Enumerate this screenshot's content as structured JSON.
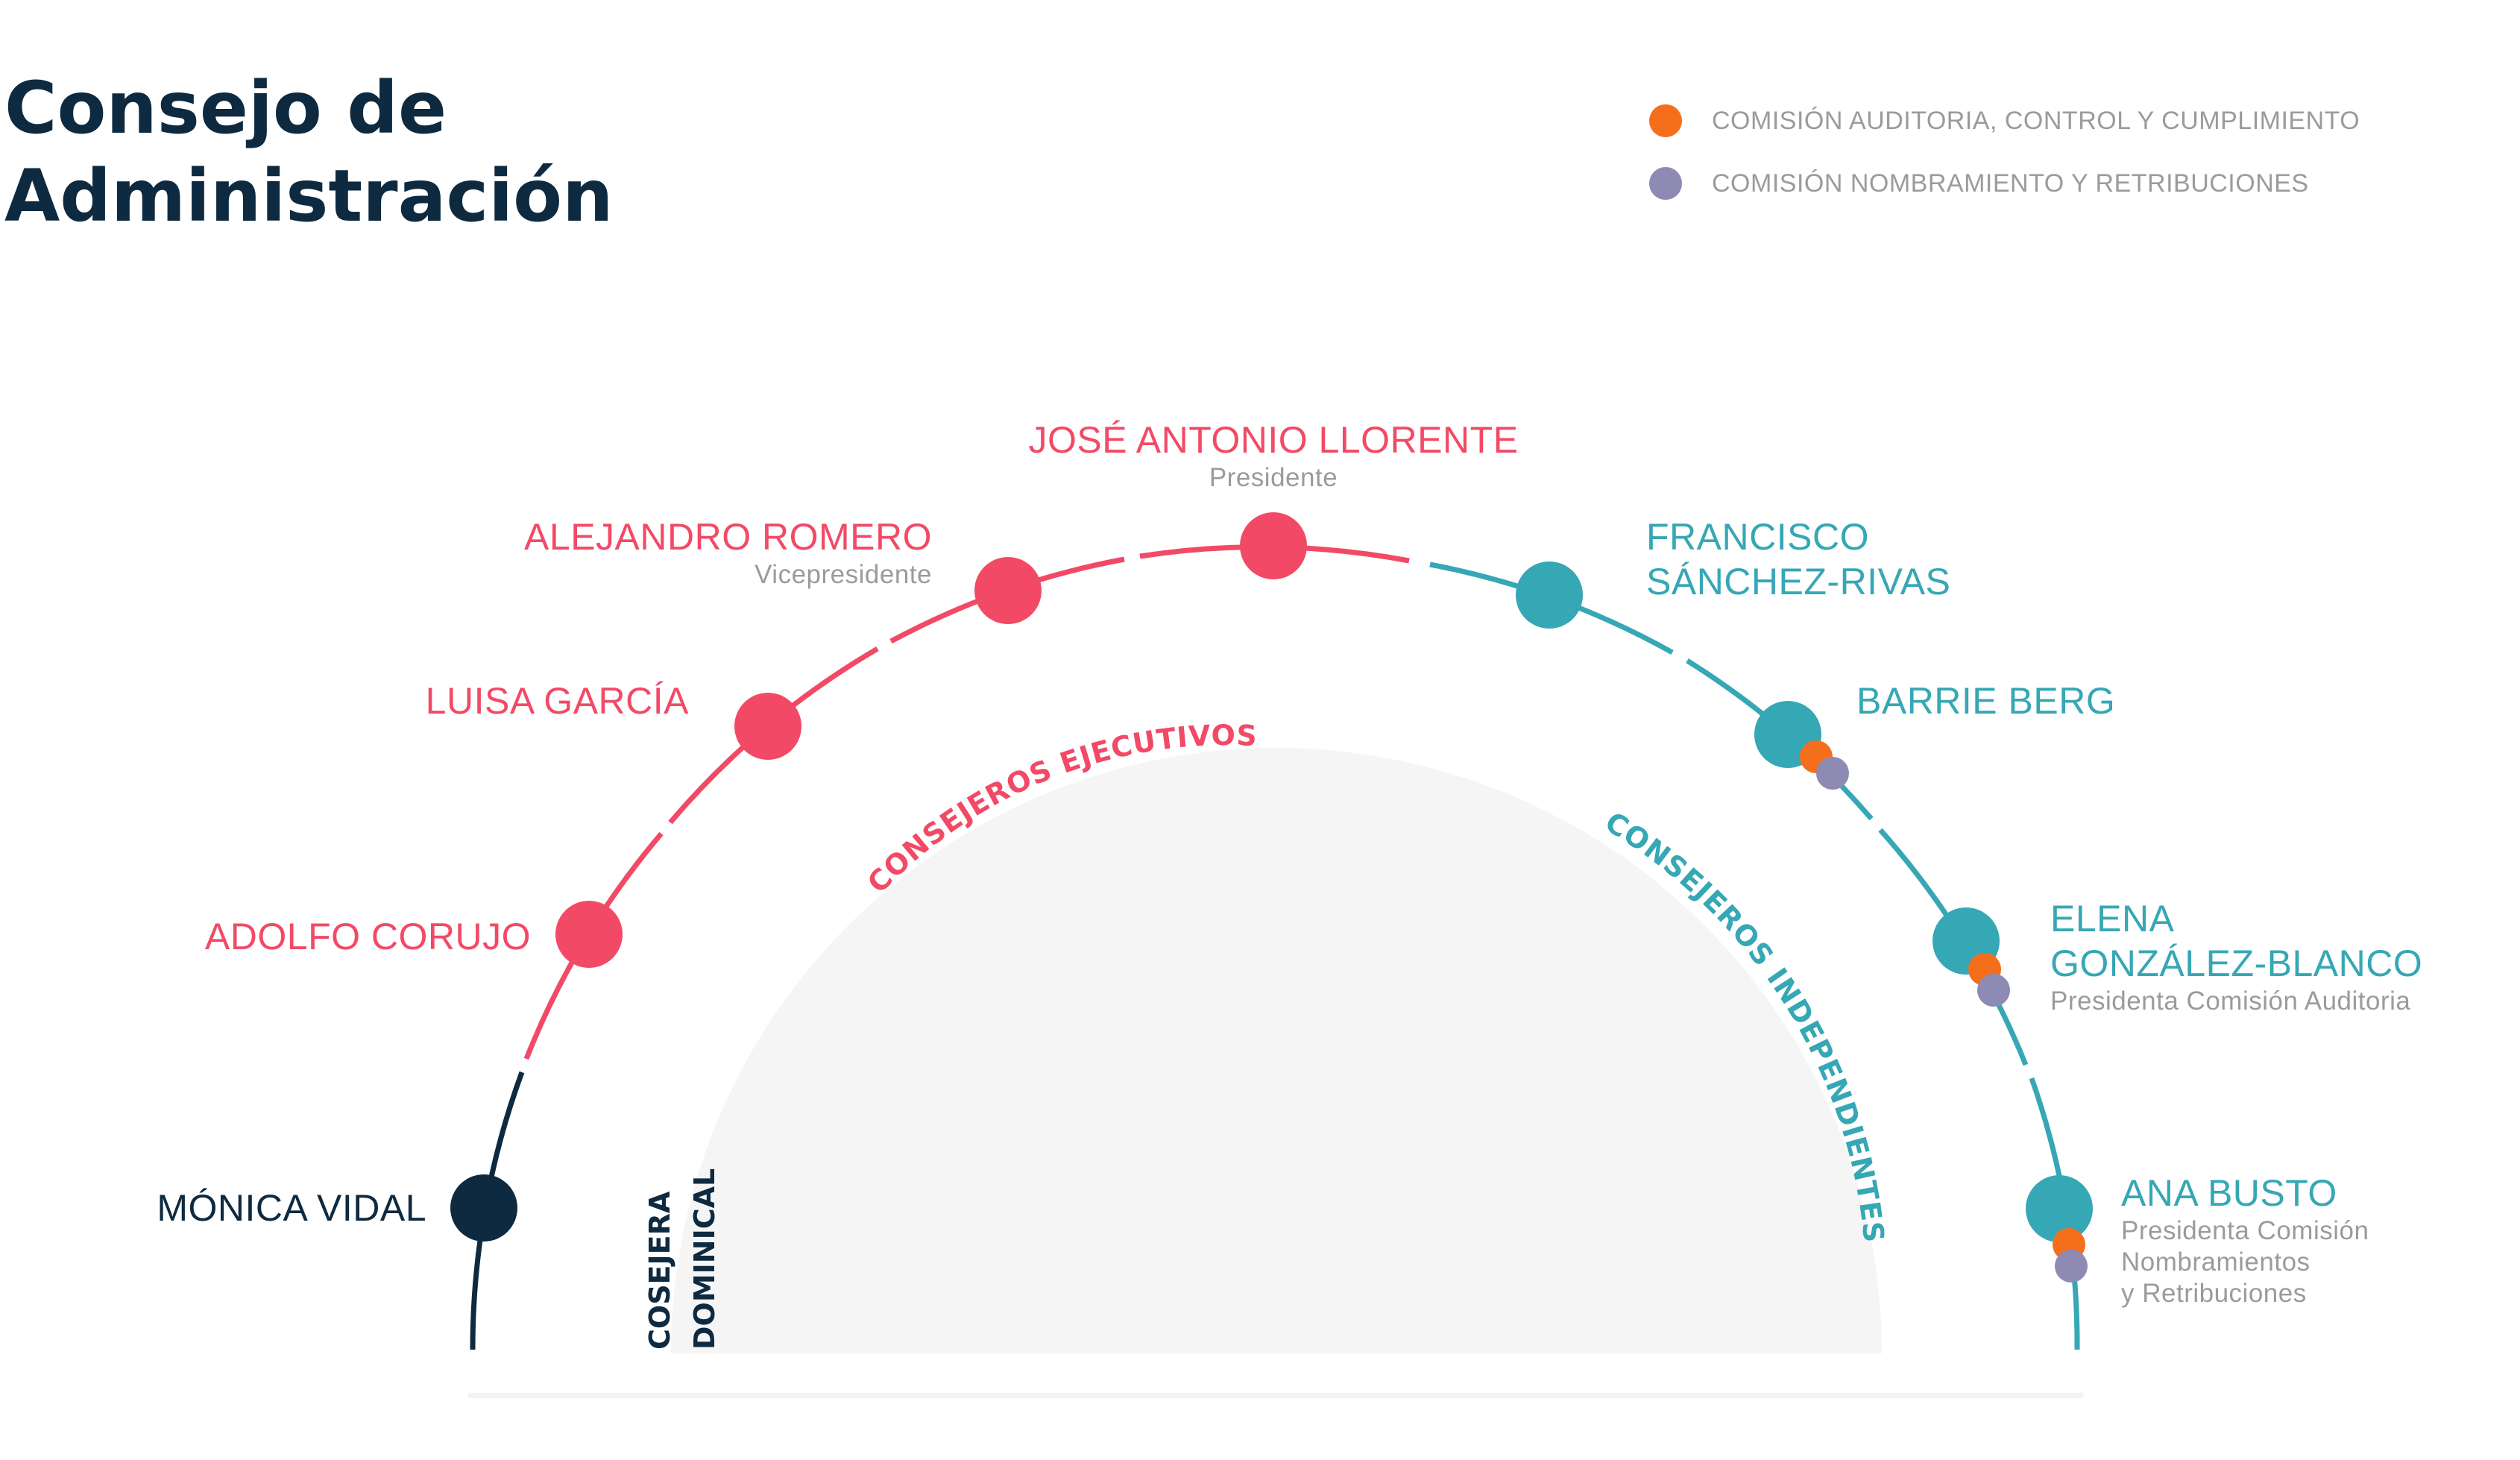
{
  "title": {
    "line1": "Consejo de",
    "line2": "Administración"
  },
  "legend": [
    {
      "label": "COMISIÓN AUDITORIA, CONTROL Y CUMPLIMIENTO",
      "color": "#f56e1c",
      "icon": "orange-dot-icon"
    },
    {
      "label": "COMISIÓN NOMBRAMIENTO Y RETRIBUCIONES",
      "color": "#8d8bb4",
      "icon": "purple-dot-icon"
    }
  ],
  "colors": {
    "ejecutivo": "#f24a66",
    "independiente": "#36a7b5",
    "dominical": "#0e2a40",
    "subtitle": "#9b9b9b",
    "auditoria": "#f56e1c",
    "nombramiento": "#8d8bb4",
    "dome": "#f5f5f5"
  },
  "groups": {
    "ejecutivos": "CONSEJEROS EJECUTIVOS",
    "independientes": "CONSEJEROS INDEPENDIENTES",
    "dominical": {
      "line1": "COSEJERA",
      "line2": "DOMINICAL"
    }
  },
  "members": [
    {
      "name": "MÓNICA VIDAL",
      "role": "",
      "group": "dominical",
      "committees": []
    },
    {
      "name": "ADOLFO CORUJO",
      "role": "",
      "group": "ejecutivo",
      "committees": []
    },
    {
      "name": "LUISA GARCÍA",
      "role": "",
      "group": "ejecutivo",
      "committees": []
    },
    {
      "name": "ALEJANDRO ROMERO",
      "role": "Vicepresidente",
      "group": "ejecutivo",
      "committees": []
    },
    {
      "name": "JOSÉ  ANTONIO LLORENTE",
      "role": "Presidente",
      "group": "ejecutivo",
      "committees": []
    },
    {
      "name": "FRANCISCO",
      "name2": "SÁNCHEZ-RIVAS",
      "role": "",
      "group": "independiente",
      "committees": []
    },
    {
      "name": "BARRIE BERG",
      "role": "",
      "group": "independiente",
      "committees": [
        "auditoria",
        "nombramiento"
      ]
    },
    {
      "name": "ELENA",
      "name2": "GONZÁLEZ-BLANCO",
      "role": "Presidenta Comisión Auditoria",
      "group": "independiente",
      "committees": [
        "auditoria",
        "nombramiento"
      ]
    },
    {
      "name": "ANA BUSTO",
      "role": "Presidenta Comisión",
      "role2": "Nombramientos",
      "role3": "y Retribuciones",
      "group": "independiente",
      "committees": [
        "auditoria",
        "nombramiento"
      ]
    }
  ]
}
